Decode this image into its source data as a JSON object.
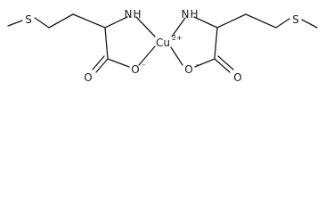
{
  "molecule": {
    "atoms": {
      "s_left": "S",
      "nh_left": "H",
      "nh_left_n": "N",
      "nh_right": "H",
      "nh_right_n": "N",
      "cu": "Cu",
      "cu_charge": "2+",
      "o_dbl_left": "O",
      "o_left": "O",
      "o_left_charge": "-",
      "o_right": "O",
      "o_right_charge": "-",
      "o_dbl_right": "O",
      "s_right": "S"
    }
  }
}
